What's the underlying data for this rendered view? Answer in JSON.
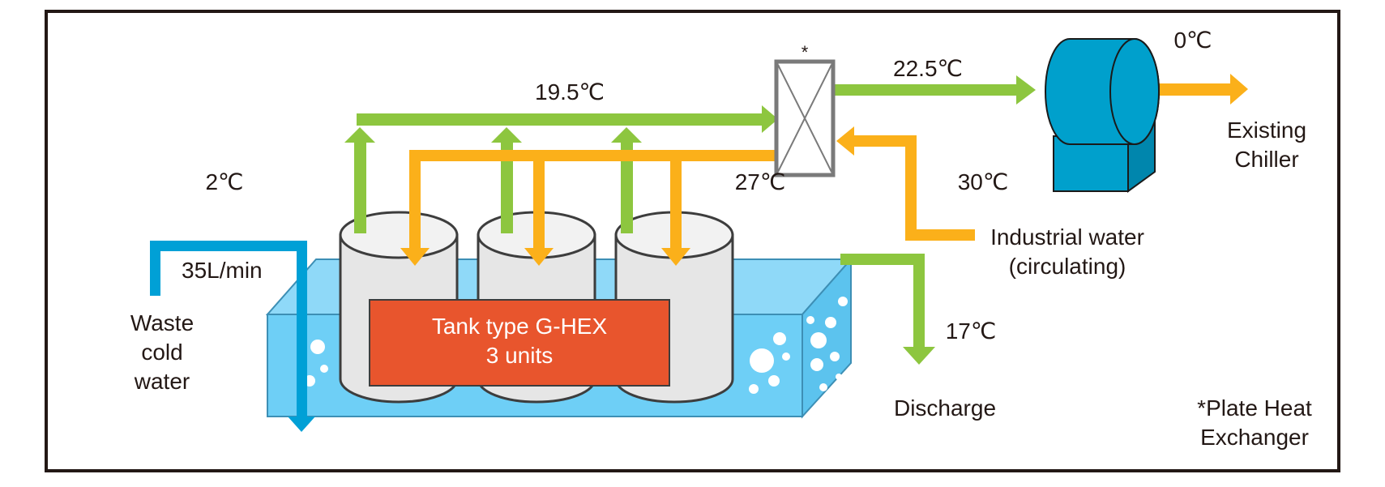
{
  "diagram": {
    "plate_marker": "*",
    "labels": {
      "temp_loop": "19.5℃",
      "temp_chiller_in": "22.5℃",
      "temp_chiller_out": "0℃",
      "temp_waste_in": "2℃",
      "temp_return": "27℃",
      "temp_industrial": "30℃",
      "temp_discharge": "17℃",
      "flow_rate": "35L/min"
    },
    "waste_cold_water": [
      "Waste",
      "cold",
      "water"
    ],
    "tank": [
      "Tank type G-HEX",
      "3 units"
    ],
    "existing_chiller": [
      "Existing",
      "Chiller"
    ],
    "industrial_water": [
      "Industrial water",
      "(circulating)"
    ],
    "discharge": "Discharge",
    "footnote": [
      "*Plate Heat",
      "Exchanger"
    ],
    "colors": {
      "frame": "#231815",
      "green_pipe": "#8dc63f",
      "orange_pipe": "#fbb01a",
      "blue_pipe": "#00a0d6",
      "chiller": "#00a0cc",
      "water": "#6ecff6",
      "tank_body": "#e6e6e6",
      "tank_label_bg": "#e8552d"
    }
  }
}
